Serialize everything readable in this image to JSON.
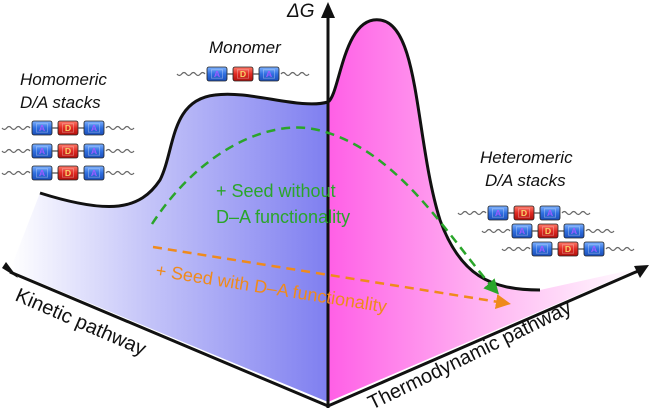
{
  "axis": {
    "y_label": "ΔG",
    "left_label": "Kinetic pathway",
    "right_label": "Thermodynamic pathway"
  },
  "species": {
    "monomer": "Monomer",
    "homomeric_line1": "Homomeric",
    "homomeric_line2": "D/A stacks",
    "heteromeric_line1": "Heteromeric",
    "heteromeric_line2": "D/A stacks"
  },
  "unit_letters": {
    "acceptor": "A",
    "donor": "D"
  },
  "paths": {
    "green_line1": "+ Seed without",
    "green_line2": "D–A functionality",
    "orange": "+ Seed with D–A functionality"
  },
  "colors": {
    "acceptor": "#2f6fe0",
    "donor": "#e02a22",
    "green_path": "#2aa52a",
    "orange_path": "#ef8a1c",
    "kinetic_fill": "#7f7ff0",
    "thermo_fill": "#ff5fe6"
  }
}
